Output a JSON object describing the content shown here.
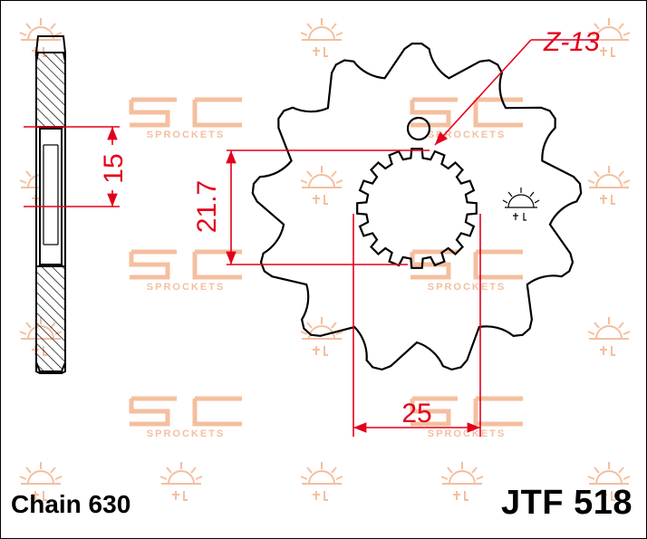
{
  "part_number": "JTF 518",
  "chain": "Chain 630",
  "teeth_label": "Z-13",
  "dimensions": {
    "hub_width": "15",
    "spline_major": "21.7",
    "bore": "25"
  },
  "watermark_text": "SPROCKETS",
  "colors": {
    "outline": "#000000",
    "dimension": "#e3001b",
    "watermark": "#f2b48e"
  }
}
